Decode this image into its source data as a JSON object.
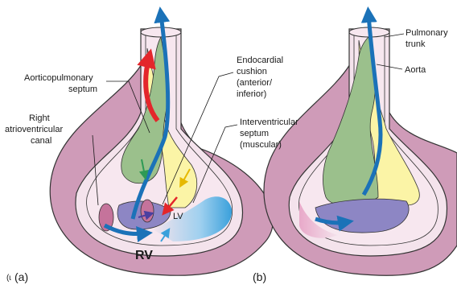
{
  "panel_a": {
    "label": "(a)",
    "stray_glyph": "(ɩ",
    "labels": {
      "aorticopulmonary_1": "Aorticopulmonary",
      "aorticopulmonary_2": "septum",
      "right_av_1": "Right",
      "right_av_2": "atrioventricular",
      "right_av_3": "canal",
      "cushion_1": "Endocardial",
      "cushion_2": "cushion",
      "cushion_3": "(anterior/",
      "cushion_4": "inferior)",
      "ivs_1": "Interventricular",
      "ivs_2": "septum",
      "ivs_3": "(muscular)",
      "lv": "LV",
      "rv": "RV"
    }
  },
  "panel_b": {
    "label": "(b)",
    "labels": {
      "pulmonary_1": "Pulmonary",
      "pulmonary_2": "trunk",
      "aorta": "Aorta"
    }
  },
  "colors": {
    "myocardium": "#cf9bb8",
    "cavity": "#f4e3ec",
    "cushion_green": "#9bc08c",
    "yellow": "#fbf4a6",
    "purple": "#8d86c4",
    "blue_arrow": "#1b72b8",
    "light_blue": "#5ab4e4",
    "red_arrow": "#e3262b",
    "outline": "#333333"
  }
}
